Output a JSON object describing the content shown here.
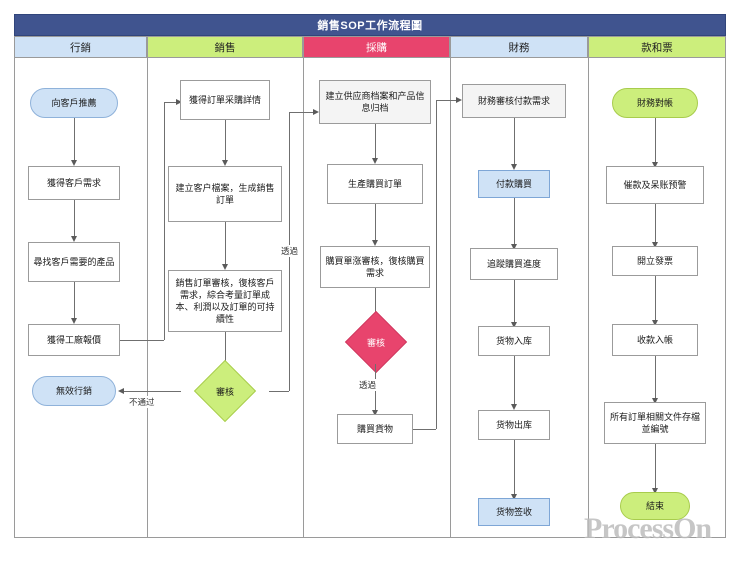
{
  "diagram": {
    "title": "銷售SOP工作流程圖",
    "watermark": "ProcessOn",
    "colors": {
      "title_bar": "#40548f",
      "lane_blue": "#cfe2f6",
      "lane_green": "#ccee7c",
      "lane_red": "#e8446d",
      "terminator_blue": "#cfe2f6",
      "terminator_green": "#ccee7c",
      "line": "#6f6f6f"
    }
  },
  "lanes": [
    {
      "id": "marketing",
      "label": "行銷",
      "color": "#cfe2f6"
    },
    {
      "id": "sales",
      "label": "銷售",
      "color": "#ccee7c"
    },
    {
      "id": "purchasing",
      "label": "採購",
      "color": "#e8446d"
    },
    {
      "id": "finance",
      "label": "財務",
      "color": "#cfe2f6"
    },
    {
      "id": "billing",
      "label": "款和票",
      "color": "#ccee7c"
    }
  ],
  "nodes": {
    "m1": "向客戶推薦",
    "m2": "獲得客戶需求",
    "m3": "尋找客戶需要的產品",
    "m4": "獲得工廠報價",
    "m5": "無效行銷",
    "s1": "獲得訂單采購詳情",
    "s2": "建立客户檔案，生成銷售訂單",
    "s3": "銷售訂單審核，復核客戶需求，綜合考量訂單成本、利潤以及訂單的可持續性",
    "s4": "審核",
    "p1": "建立供应商档案和产品信息归档",
    "p2": "生產購買訂單",
    "p3": "購買單涨審核，復核購買需求",
    "p4": "審核",
    "p5": "購買貨物",
    "f1": "財務審核付款需求",
    "f2": "付款購買",
    "f3": "追蹤購買進度",
    "f4": "货物入库",
    "f5": "货物出库",
    "f6": "货物签收",
    "b1": "財務對帳",
    "b2": "催款及呆账预警",
    "b3": "開立發票",
    "b4": "收款入帳",
    "b5": "所有訂單相關文件存檔並編號",
    "b6": "結束"
  },
  "edge_labels": {
    "sales_fail": "不通过",
    "sales_pass": "透過",
    "purchase_pass": "透過"
  }
}
